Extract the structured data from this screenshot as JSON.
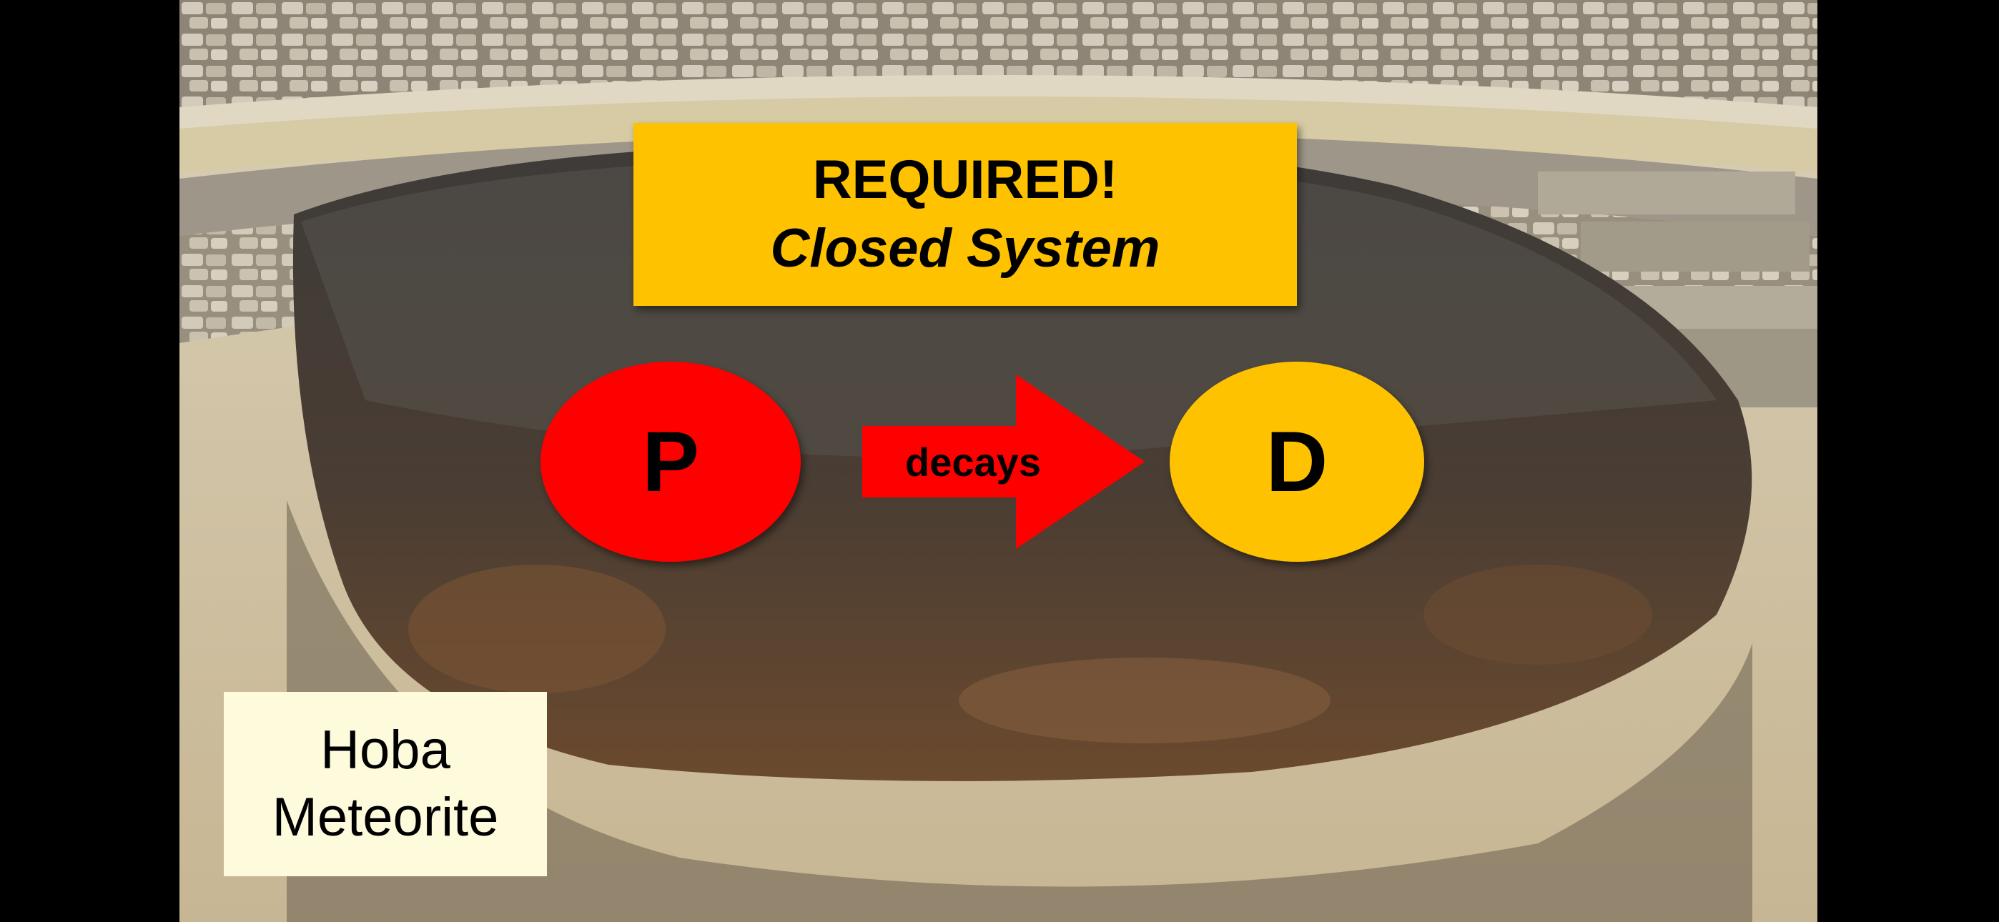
{
  "slide": {
    "title_line1": "REQUIRED!",
    "title_line2": "Closed System",
    "parent_label": "P",
    "arrow_label": "decays",
    "daughter_label": "D",
    "caption_line1": "Hoba",
    "caption_line2": "Meteorite"
  },
  "colors": {
    "title_box": "#ffc200",
    "parent_oval": "#ff0000",
    "daughter_oval": "#ffc200",
    "arrow": "#ff0000",
    "caption_box": "#fdfbdc"
  },
  "background_image": "meteorite-photo"
}
